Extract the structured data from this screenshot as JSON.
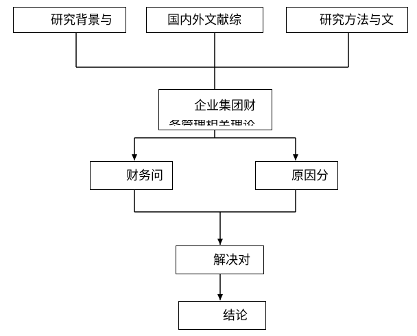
{
  "nodes": {
    "background": "研究背景与",
    "literature": "国内外文献综",
    "methods": "研究方法与文",
    "enterprise": "企业集团财",
    "enterprise_sub": "务管理相关理论",
    "financial": "财务问",
    "cause": "原因分",
    "solution": "解决对",
    "conclusion": "结论"
  }
}
